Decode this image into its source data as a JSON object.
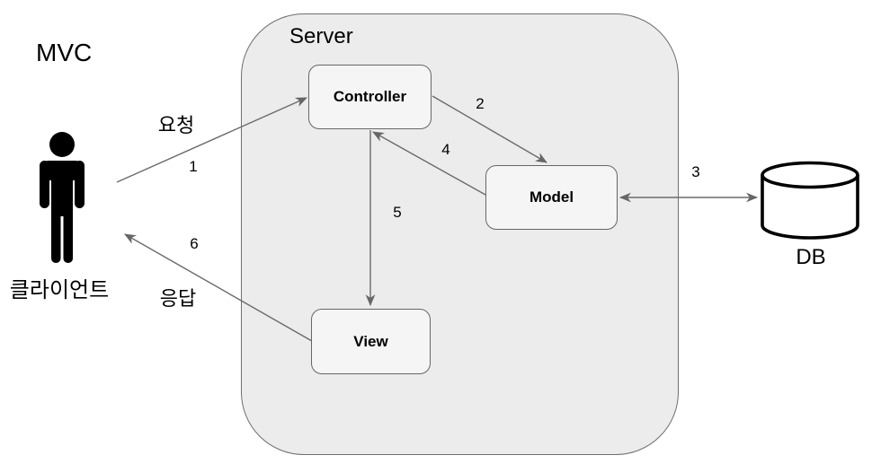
{
  "diagram": {
    "title": "MVC",
    "server_label": "Server",
    "nodes": {
      "controller": "Controller",
      "model": "Model",
      "view": "View",
      "client": "클라이언트",
      "db": "DB"
    },
    "edges": {
      "request": {
        "num": "1",
        "label": "요청"
      },
      "controller_to_model": {
        "num": "2"
      },
      "model_db": {
        "num": "3"
      },
      "model_to_controller": {
        "num": "4"
      },
      "controller_to_view": {
        "num": "5"
      },
      "response": {
        "num": "6",
        "label": "응답"
      }
    },
    "colors": {
      "server_fill": "#ececec",
      "node_fill": "#f5f5f5",
      "outline": "#666666",
      "arrow": "#666666",
      "text": "#000000",
      "db_stroke": "#000000",
      "person_fill": "#000000"
    }
  }
}
